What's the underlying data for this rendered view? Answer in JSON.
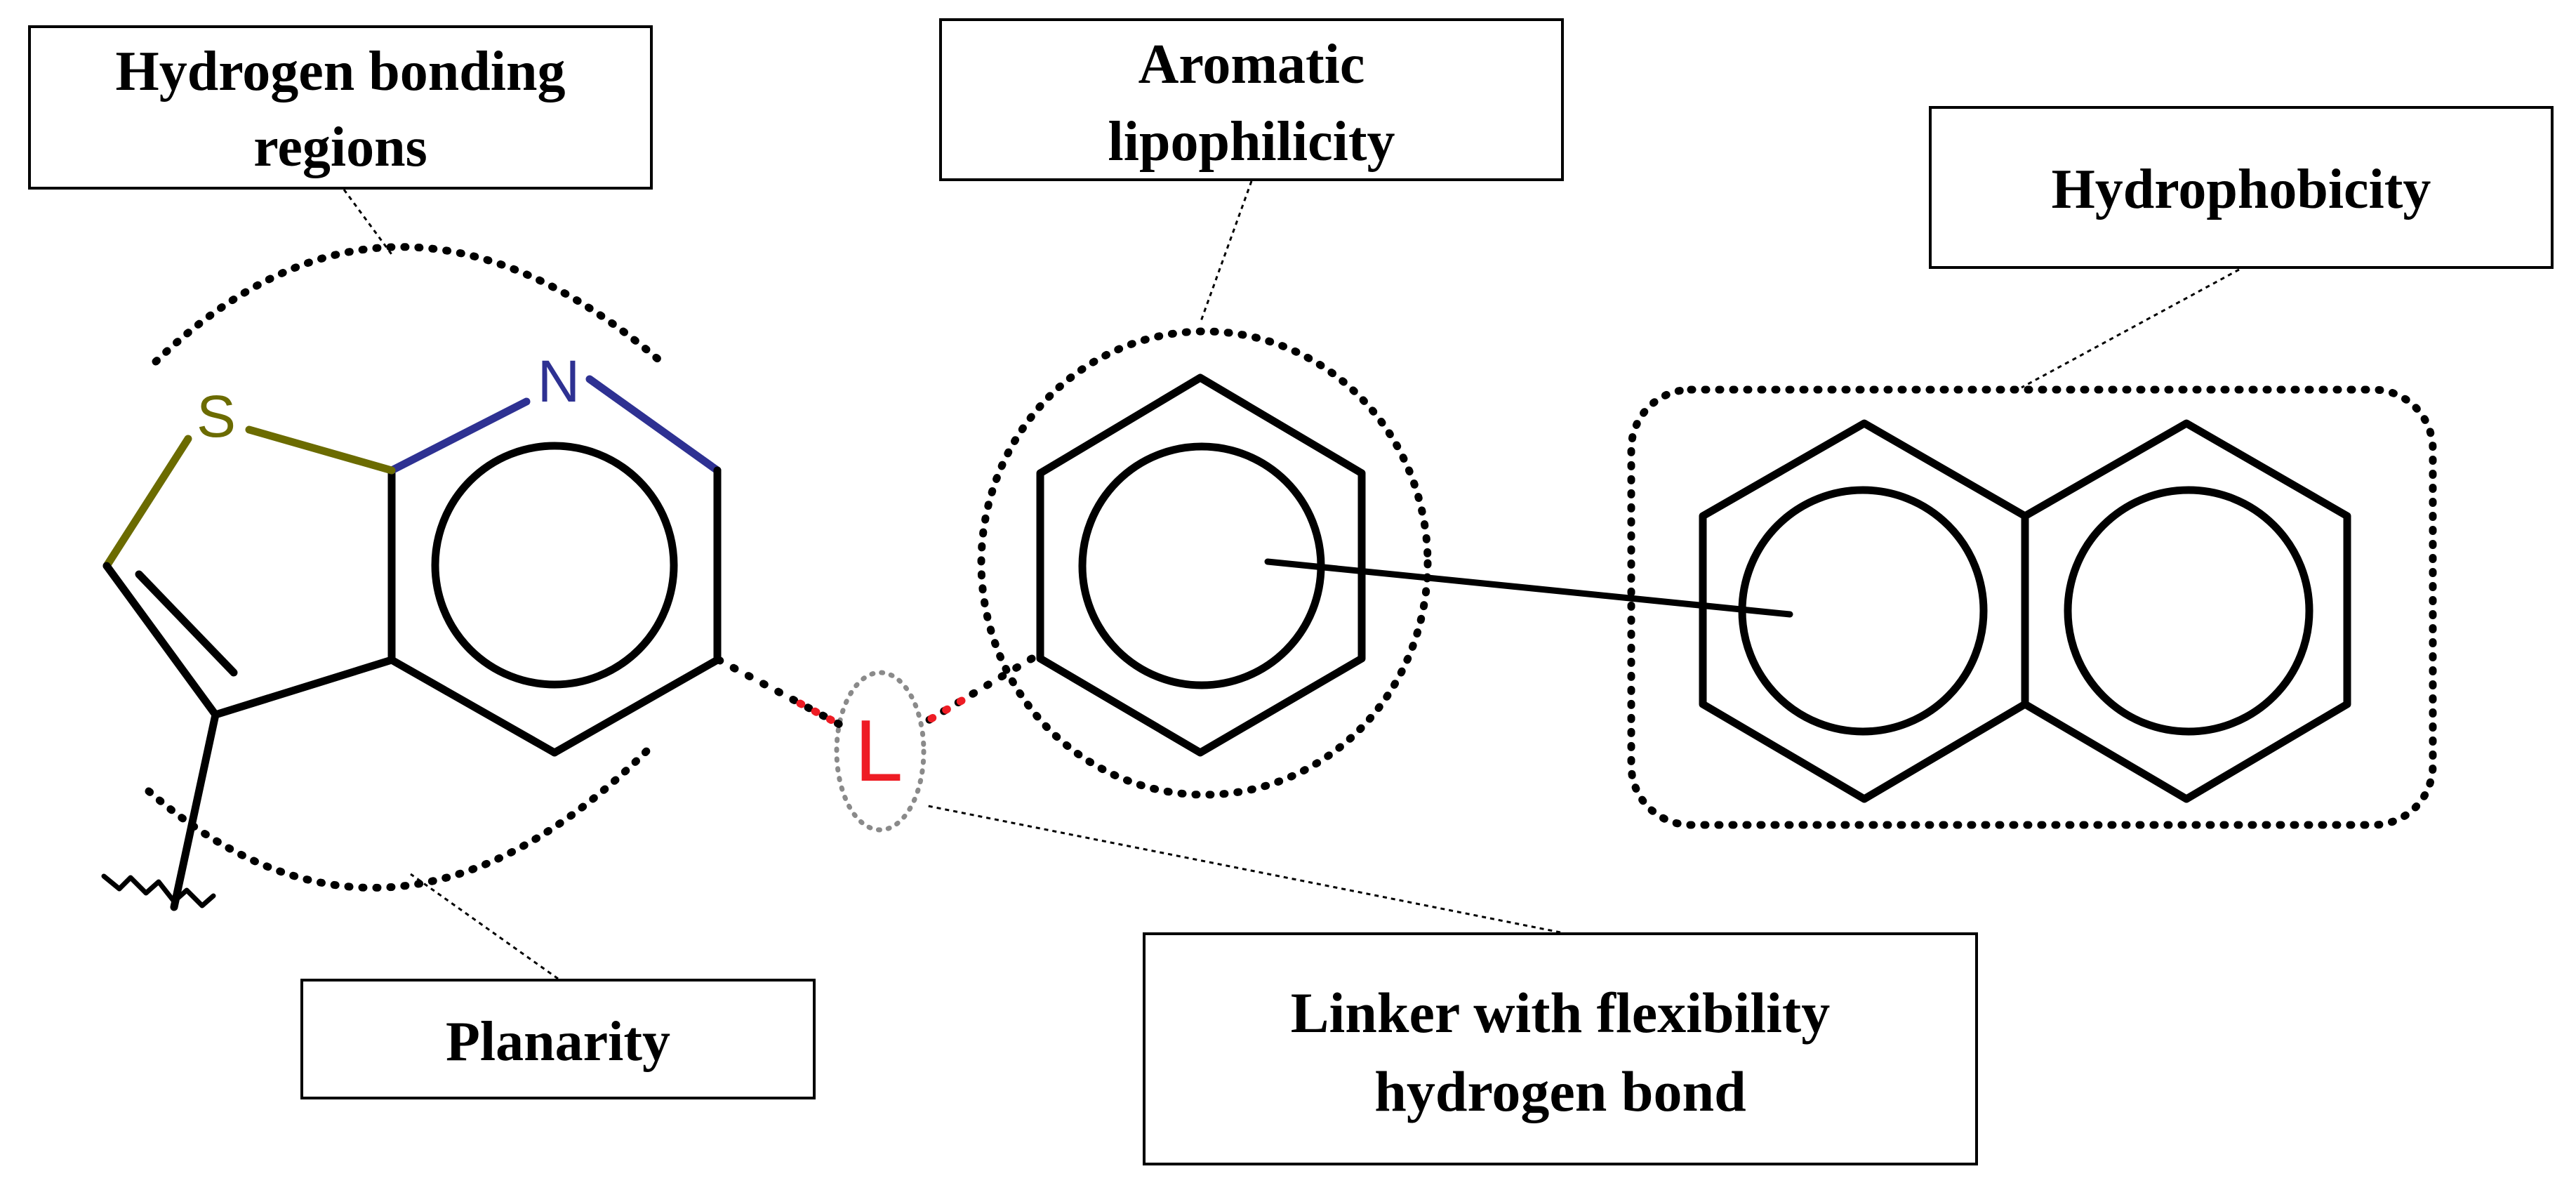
{
  "labels": {
    "hydrogen_bonding": {
      "line1": "Hydrogen bonding",
      "line2": "regions"
    },
    "aromatic": {
      "line1": "Aromatic",
      "line2": "lipophilicity"
    },
    "hydrophobicity": {
      "line1": "Hydrophobicity"
    },
    "planarity": {
      "line1": "Planarity"
    },
    "linker": {
      "line1": "Linker with flexibility",
      "line2": "hydrogen bond"
    }
  },
  "atoms": {
    "sulfur": "S",
    "nitrogen": "N",
    "linker": "L"
  },
  "colors": {
    "sulfur": "#6b6b00",
    "nitrogen": "#2e3192",
    "linker": "#ee1c24",
    "ink": "#000000"
  }
}
